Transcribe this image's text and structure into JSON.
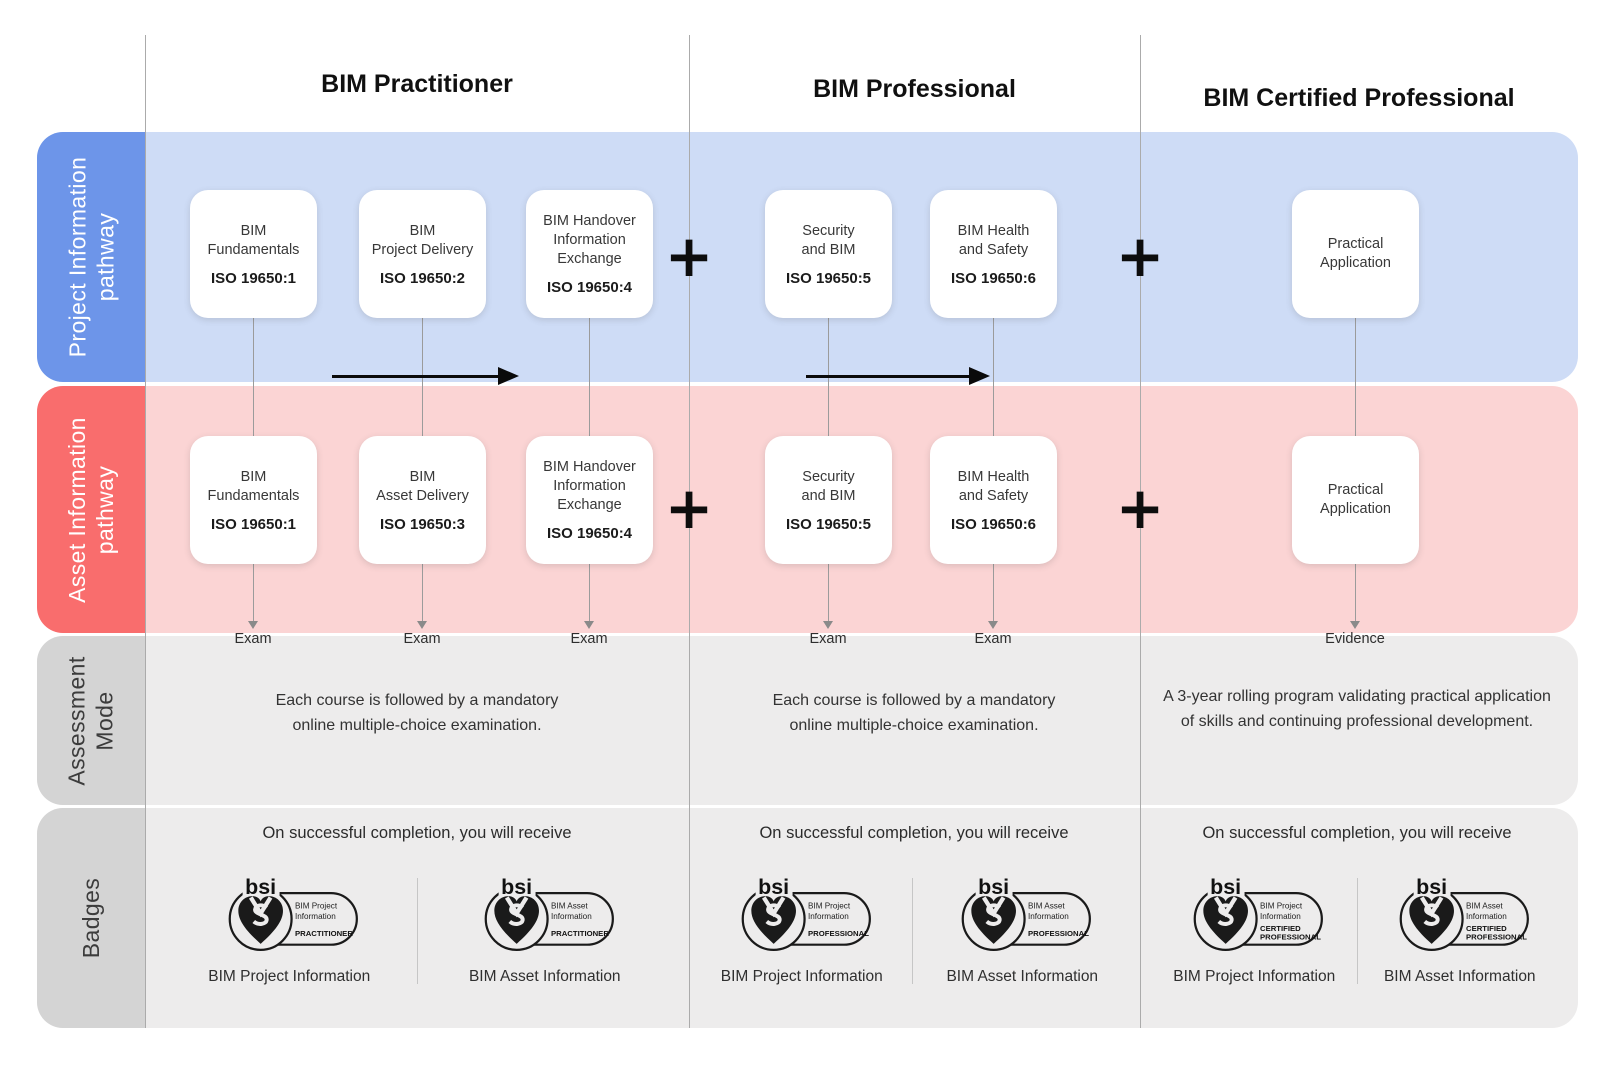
{
  "columns": [
    {
      "title": "BIM Practitioner"
    },
    {
      "title": "BIM Professional"
    },
    {
      "title": "BIM Certified Professional"
    }
  ],
  "sidebar": {
    "project": [
      "Project Information",
      "pathway"
    ],
    "asset": [
      "Asset Information",
      "pathway"
    ],
    "assessment": [
      "Assessment",
      "Mode"
    ],
    "badges": [
      "Badges"
    ]
  },
  "plus_sign": "+",
  "project_cards": [
    {
      "lines": [
        "BIM",
        "Fundamentals"
      ],
      "iso": "ISO 19650:1"
    },
    {
      "lines": [
        "BIM",
        "Project Delivery"
      ],
      "iso": "ISO 19650:2"
    },
    {
      "lines": [
        "BIM Handover",
        "Information",
        "Exchange"
      ],
      "iso": "ISO 19650:4"
    },
    {
      "lines": [
        "Security",
        "and BIM"
      ],
      "iso": "ISO 19650:5"
    },
    {
      "lines": [
        "BIM Health",
        "and Safety"
      ],
      "iso": "ISO 19650:6"
    },
    {
      "lines": [
        "Practical",
        "Application"
      ]
    }
  ],
  "asset_cards": [
    {
      "lines": [
        "BIM",
        "Fundamentals"
      ],
      "iso": "ISO 19650:1"
    },
    {
      "lines": [
        "BIM",
        "Asset Delivery"
      ],
      "iso": "ISO 19650:3"
    },
    {
      "lines": [
        "BIM Handover",
        "Information",
        "Exchange"
      ],
      "iso": "ISO 19650:4"
    },
    {
      "lines": [
        "Security",
        "and BIM"
      ],
      "iso": "ISO 19650:5"
    },
    {
      "lines": [
        "BIM Health",
        "and Safety"
      ],
      "iso": "ISO 19650:6"
    },
    {
      "lines": [
        "Practical",
        "Application"
      ]
    }
  ],
  "assessment": {
    "labels": [
      "Exam",
      "Exam",
      "Exam",
      "Exam",
      "Exam",
      "Evidence"
    ],
    "texts": [
      "Each course is followed by a mandatory online multiple-choice examination.",
      "Each course is followed by a mandatory online multiple-choice examination.",
      "A 3-year rolling program validating practical application of skills and continuing professional development."
    ]
  },
  "badges": {
    "intro": "On successful completion, you will receive",
    "items": [
      {
        "brand": "bsi",
        "pill_top": [
          "BIM Project",
          "Information"
        ],
        "pill_bottom": [
          "PRACTITIONER"
        ],
        "caption": "BIM Project Information"
      },
      {
        "brand": "bsi",
        "pill_top": [
          "BIM Asset",
          "Information"
        ],
        "pill_bottom": [
          "PRACTITIONER"
        ],
        "caption": "BIM Asset Information"
      },
      {
        "brand": "bsi",
        "pill_top": [
          "BIM Project",
          "Information"
        ],
        "pill_bottom": [
          "PROFESSIONAL"
        ],
        "caption": "BIM Project Information"
      },
      {
        "brand": "bsi",
        "pill_top": [
          "BIM Asset",
          "Information"
        ],
        "pill_bottom": [
          "PROFESSIONAL"
        ],
        "caption": "BIM Asset Information"
      },
      {
        "brand": "bsi",
        "pill_top": [
          "BIM Project",
          "Information"
        ],
        "pill_bottom": [
          "CERTIFIED",
          "PROFESSIONAL"
        ],
        "caption": "BIM Project Information"
      },
      {
        "brand": "bsi",
        "pill_top": [
          "BIM Asset",
          "Information"
        ],
        "pill_bottom": [
          "CERTIFIED",
          "PROFESSIONAL"
        ],
        "caption": "BIM Asset Information"
      }
    ]
  },
  "colors": {
    "project_tab": "#6D95E9",
    "project_band": "#CEDCF6",
    "asset_tab": "#F96D6D",
    "asset_band": "#FBD4D4",
    "gray_tab": "#D4D4D4",
    "gray_band": "#EDECEC",
    "divider": "#ABABAB",
    "connector": "#9B9B9B",
    "flow_arrow": "#0A0A0A"
  }
}
